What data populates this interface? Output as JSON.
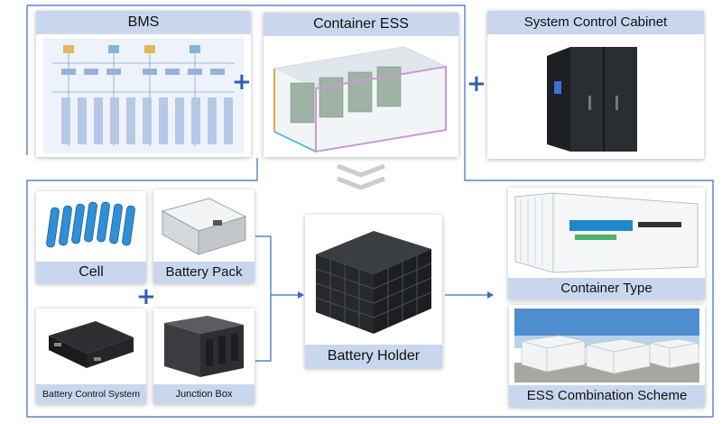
{
  "colors": {
    "accent": "#2f5fb0",
    "label_bg": "#c9d7ee",
    "line": "#3a6bbf"
  },
  "top": {
    "bms": {
      "label": "BMS",
      "image": "bms-wiring-schematic"
    },
    "container_ess": {
      "label": "Container ESS",
      "image": "container-interior-cutaway"
    },
    "system_control_cabinet": {
      "label": "System Control Cabinet",
      "image": "black-control-cabinet"
    }
  },
  "components": {
    "cell": {
      "label": "Cell",
      "image": "cylindrical-cells"
    },
    "battery_pack": {
      "label": "Battery Pack",
      "image": "battery-pack-module"
    },
    "battery_control_system": {
      "label": "Battery Control System",
      "image": "control-unit-box"
    },
    "junction_box": {
      "label": "Junction Box",
      "image": "junction-box-cabinet"
    }
  },
  "battery_holder": {
    "label": "Battery Holder",
    "image": "rack-of-battery-modules"
  },
  "results": {
    "container_type": {
      "label": "Container Type",
      "image": "white-container-ess"
    },
    "ess_combination": {
      "label": "ESS Combination Scheme",
      "image": "multiple-containers-outdoor"
    }
  },
  "icons": {
    "plus": "+"
  }
}
